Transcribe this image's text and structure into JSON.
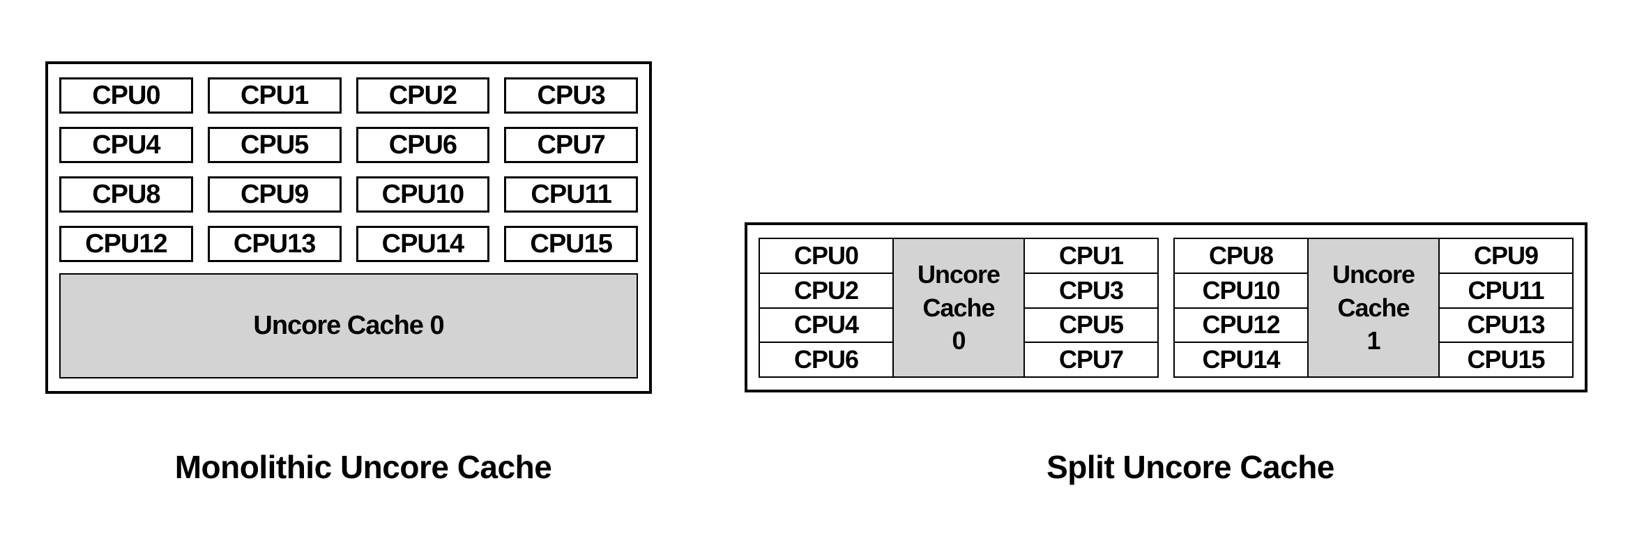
{
  "colors": {
    "background": "#ffffff",
    "box-border": "#000000",
    "cache-fill": "#d3d3d3",
    "text": "#000000"
  },
  "left_diagram": {
    "cpus": [
      "CPU0",
      "CPU1",
      "CPU2",
      "CPU3",
      "CPU4",
      "CPU5",
      "CPU6",
      "CPU7",
      "CPU8",
      "CPU9",
      "CPU10",
      "CPU11",
      "CPU12",
      "CPU13",
      "CPU14",
      "CPU15"
    ],
    "cache_label": "Uncore Cache 0",
    "caption": "Monolithic Uncore Cache"
  },
  "right_diagram": {
    "clusters": [
      {
        "left_cpus": [
          "CPU0",
          "CPU2",
          "CPU4",
          "CPU6"
        ],
        "cache_lines": [
          "Uncore",
          "Cache",
          "0"
        ],
        "right_cpus": [
          "CPU1",
          "CPU3",
          "CPU5",
          "CPU7"
        ]
      },
      {
        "left_cpus": [
          "CPU8",
          "CPU10",
          "CPU12",
          "CPU14"
        ],
        "cache_lines": [
          "Uncore",
          "Cache",
          "1"
        ],
        "right_cpus": [
          "CPU9",
          "CPU11",
          "CPU13",
          "CPU15"
        ]
      }
    ],
    "caption": "Split Uncore Cache"
  }
}
